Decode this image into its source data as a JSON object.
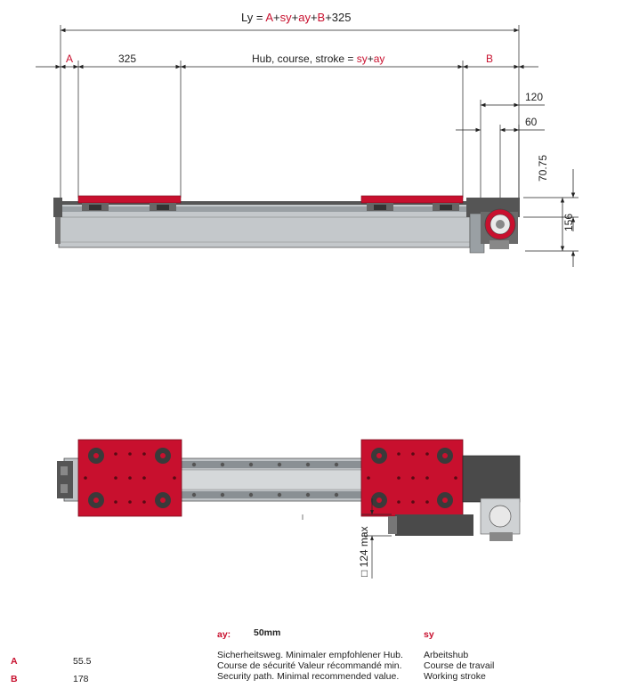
{
  "dimensions": {
    "ly_prefix": "Ly = ",
    "ly_a": "A",
    "ly_plus1": "+",
    "ly_sy": "sy",
    "ly_plus2": "+",
    "ly_ay": "ay",
    "ly_plus3": "+",
    "ly_b": "B",
    "ly_suffix": "+325",
    "label_a": "A",
    "label_325": "325",
    "stroke_prefix": "Hub, course, stroke = ",
    "stroke_sy": "sy",
    "stroke_plus": "+",
    "stroke_ay": "ay",
    "label_b": "B",
    "dim_120": "120",
    "dim_60": "60",
    "dim_7075": "70.75",
    "dim_156": "156",
    "dim_124": "□ 124 max"
  },
  "legend": {
    "ay_label": "ay:",
    "ay_value": "50mm",
    "ay_de": "Sicherheitsweg. Minimaler empfohlener Hub.",
    "ay_fr": "Course de sécurité  Valeur récommandé min.",
    "ay_en": "Security path. Minimal recommended value.",
    "sy_label": "sy",
    "sy_de": "Arbeitshub",
    "sy_fr": "Course de travail",
    "sy_en": "Working stroke",
    "rows": [
      {
        "key": "A",
        "value": "55.5"
      },
      {
        "key": "B",
        "value": "178"
      }
    ]
  },
  "colors": {
    "accent": "#c8102e",
    "rail": "#bfc3c6",
    "dark": "#4a4a4a"
  }
}
